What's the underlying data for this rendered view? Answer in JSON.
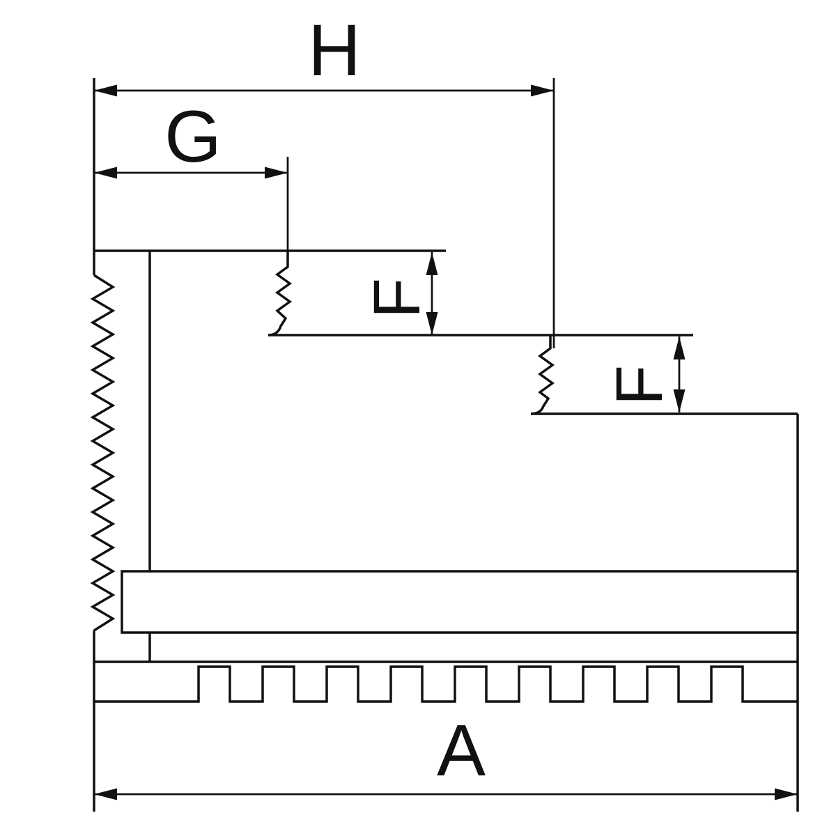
{
  "diagram": {
    "type": "technical-drawing",
    "subject": "stepped chuck jaw profile with serrated mounting face",
    "stroke_color": "#111111",
    "background_color": "#ffffff",
    "dimension_labels": {
      "h": "H",
      "g": "G",
      "f_upper": "F",
      "f_lower": "F",
      "a": "A"
    }
  }
}
